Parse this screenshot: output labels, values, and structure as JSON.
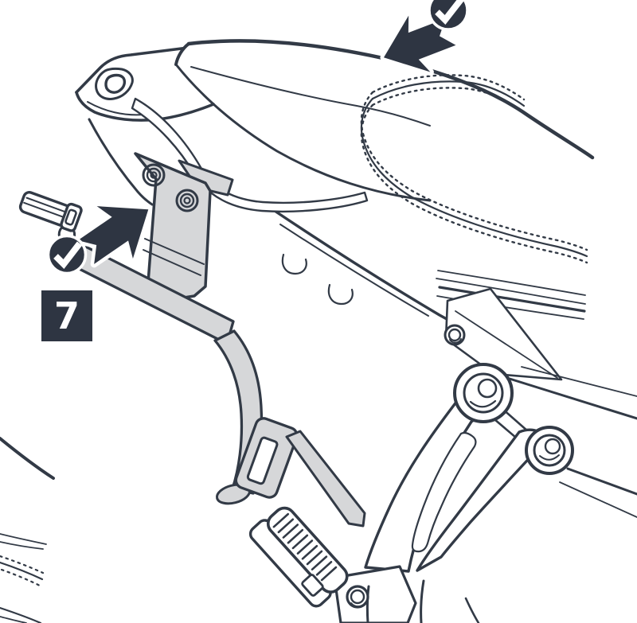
{
  "step": {
    "number": "7"
  },
  "annotations": {
    "top_check_icon": "checkmark-circle",
    "left_check_icon": "checkmark-circle",
    "seat_arrow_icon": "block-arrow-pointing-down-left",
    "bracket_arrow_icon": "block-arrow-pointing-up-right"
  },
  "illustration": {
    "kind": "assembly-instruction-line-art",
    "parts": [
      "motorcycle-rear-seat-with-stitching",
      "tail-section-with-taillight",
      "grab-rail",
      "subframe-lines",
      "side-carrier-bracket-plate",
      "bracket-bolts",
      "carrier-rail",
      "carrier-strut",
      "pannier-lock-plate",
      "carrier-stay-strip",
      "fitting-adapter-piece",
      "footpeg-hanger",
      "passenger-footpeg",
      "front-bodywork-fragment"
    ]
  },
  "colors": {
    "line_ink": "#323a46",
    "annotation_dark": "#2e3542",
    "part_fill_gray": "#d6d7d9",
    "background": "#ffffff",
    "check_white": "#ffffff"
  }
}
